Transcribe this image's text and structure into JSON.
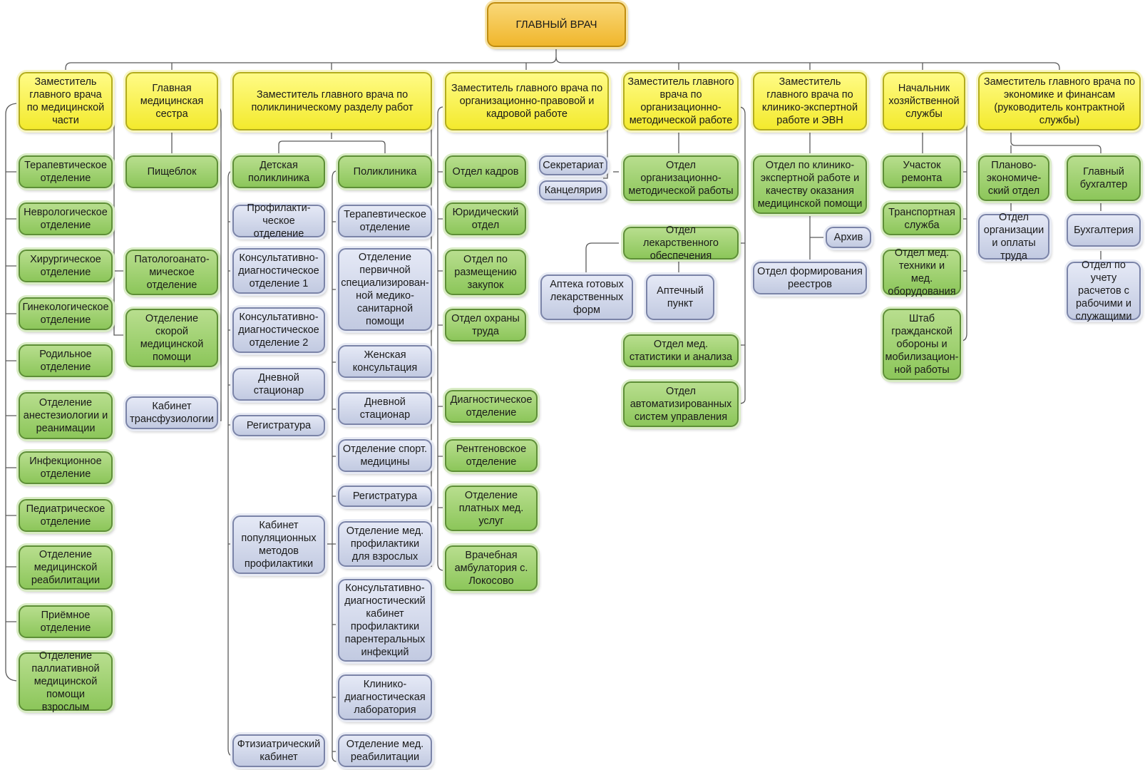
{
  "colors": {
    "root": "#f0b62c",
    "deputy": "#f3ea2d",
    "department": "#8cc65a",
    "unit": "#c2cae1",
    "connector": "#5a5a5a"
  },
  "root": "ГЛАВНЫЙ ВРАЧ",
  "heads": {
    "medical": "Заместитель главного врача по медицинской части",
    "nurse": "Главная медицинская сестра",
    "polyclinic": "Заместитель главного врача по поликлиническому разделу работ",
    "legal": "Заместитель главного врача по организационно-правовой и кадровой работе",
    "method": "Заместитель главного врача по организационно-методической работе",
    "expert": "Заместитель главного врача по клинико-экспертной работе и ЭВН",
    "economic": "Начальник хозяйственной службы",
    "finance": "Заместитель главного врача по экономике и финансам (руководитель контрактной службы)"
  },
  "medical_units": [
    "Терапевтическое отделение",
    "Неврологическое отделение",
    "Хирургическое отделение",
    "Гинекологическое отделение",
    "Родильное отделение",
    "Отделение анестезиологии и реанимации",
    "Инфекционное отделение",
    "Педиатрическое отделение",
    "Отделение медицинской реабилитации",
    "Приёмное отделение",
    "Отделение паллиативной медицинской помощи взрослым"
  ],
  "nurse_units": {
    "kitchen": "Пищеблок",
    "pathology": "Патологоанато-мическое отделение",
    "ambulance": "Отделение скорой медицинской помощи",
    "transfusion": "Кабинет трансфузиологии"
  },
  "children_polyclinic": {
    "title": "Детская поликлиника",
    "units": [
      "Профилакти-ческое отделение",
      "Консультативно-диагностическое отделение 1",
      "Консультативно-диагностическое отделение 2",
      "Дневной стационар",
      "Регистратура"
    ],
    "prevention_cabinet": "Кабинет популяционных методов профилактики",
    "tb_cabinet": "Фтизиатрический кабинет"
  },
  "polyclinic": {
    "title": "Поликлиника",
    "units": [
      "Терапевтическое отделение",
      "Отделение первичной специализирован-ной медико-санитарной помощи",
      "Женская консультация",
      "Дневной стационар",
      "Отделение спорт. медицины",
      "Регистратура",
      "Отделение мед. профилактики для взрослых",
      "Консультативно-диагностический кабинет профилактики парентеральных инфекций",
      "Клинико-диагностическая лаборатория",
      "Отделение мед. реабилитации"
    ]
  },
  "legal_units": {
    "hr": "Отдел кадров",
    "law": "Юридический отдел",
    "procurement": "Отдел по размещению закупок",
    "labor": "Отдел охраны труда",
    "secretariat": "Секретариат",
    "office": "Канцелярия"
  },
  "lower_units": [
    "Диагностическое отделение",
    "Рентгеновское отделение",
    "Отделение платных мед. услуг",
    "Врачебная амбулатория с. Локосово"
  ],
  "method_units": {
    "orgmethod": "Отдел организационно-методической работы",
    "drugs": "Отдел лекарственного обеспечения",
    "pharmacy": "Аптека готовых лекарственных форм",
    "pharmacy_point": "Аптечный пункт",
    "statistics": "Отдел мед. статистики и анализа",
    "asu": "Отдел автоматизированных систем управления"
  },
  "expert_units": {
    "quality": "Отдел по клинико-экспертной работе и качеству оказания медицинской помощи",
    "archive": "Архив",
    "registry": "Отдел формирования реестров"
  },
  "economic_units": [
    "Участок ремонта",
    "Транспортная служба",
    "Отдел мед. техники и мед. оборудования",
    "Штаб гражданской обороны и мобилизацион-ной работы"
  ],
  "finance_units": {
    "planning": "Планово-экономиче-ский отдел",
    "labor_pay": "Отдел организации и оплаты труда",
    "chief_accountant": "Главный бухгалтер",
    "accounting": "Бухгалтерия",
    "payroll": "Отдел по учету расчетов с рабочими и служащими"
  }
}
